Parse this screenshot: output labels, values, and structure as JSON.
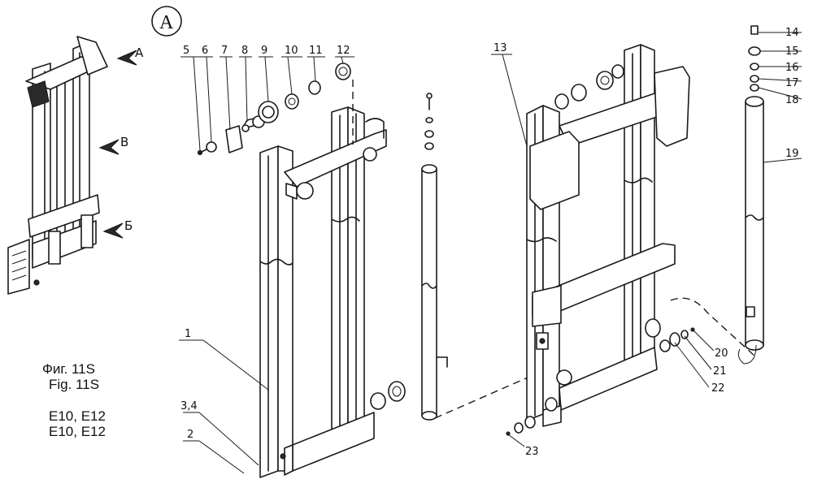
{
  "view_marker": "A",
  "callouts": [
    "1",
    "2",
    "3,4",
    "5",
    "6",
    "7",
    "8",
    "9",
    "10",
    "11",
    "12",
    "13",
    "14",
    "15",
    "16",
    "17",
    "18",
    "19",
    "20",
    "21",
    "22",
    "23"
  ],
  "overview_arrows": [
    "A",
    "B",
    "Б"
  ],
  "caption": {
    "line1": "Фиг. 11S",
    "line2": "Fig. 11S",
    "line3": "E10, E12",
    "line4": "E10, E12"
  }
}
